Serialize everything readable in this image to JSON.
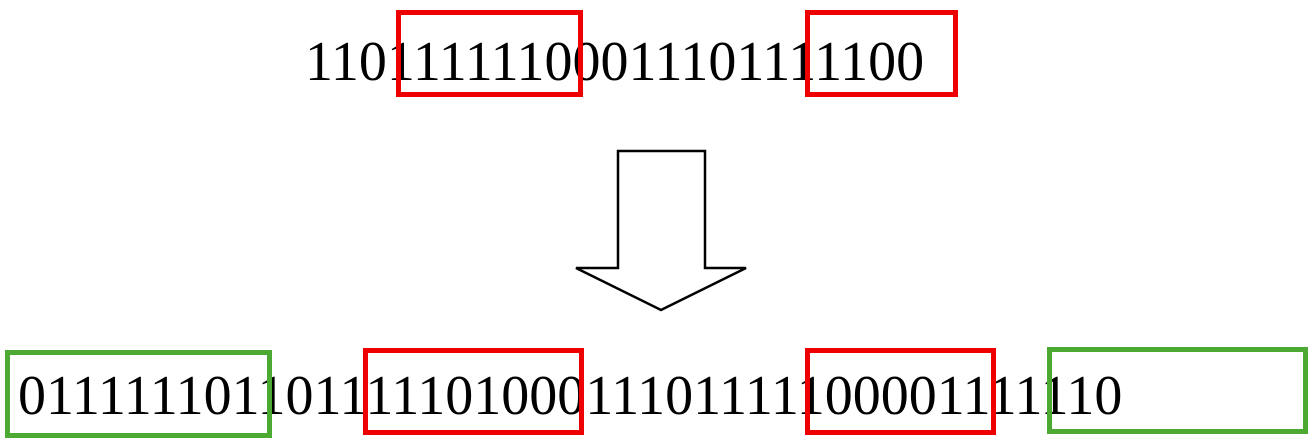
{
  "input": {
    "segments": [
      "110",
      "111111",
      "0001110",
      "11111",
      "00"
    ]
  },
  "output": {
    "segments": [
      "01111110",
      "110",
      "1111101",
      "0001110",
      "111110",
      "00",
      "01111110"
    ]
  },
  "colors": {
    "stuffed_highlight": "#ee0000",
    "flag_highlight": "#4caa33",
    "arrow_stroke": "#000000",
    "arrow_fill": "#ffffff"
  },
  "icons": {
    "transform_arrow": "down-arrow-icon"
  }
}
